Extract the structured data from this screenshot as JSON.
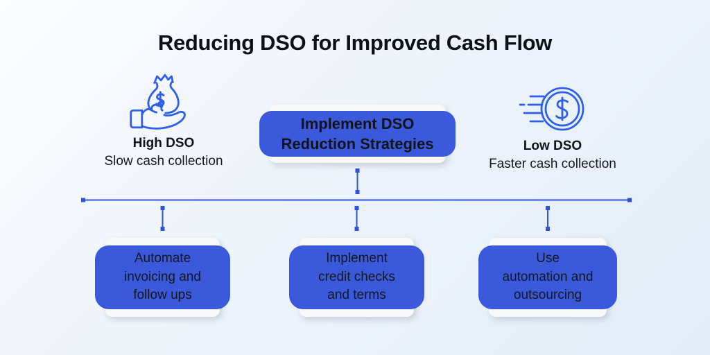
{
  "title": "Reducing DSO for Improved Cash Flow",
  "colors": {
    "accent_tab_blue": "#3A5ADB",
    "icon_blue": "#2E5FE8",
    "connector_blue": "#2E52D9",
    "card_background": "#F7F8F7",
    "text_dark": "#101318"
  },
  "callouts": {
    "left": {
      "icon": "money-bag-hand-icon",
      "heading": "High DSO",
      "subtext": "Slow cash collection"
    },
    "right": {
      "icon": "speeding-coin-icon",
      "heading": "Low DSO",
      "subtext": "Faster cash collection"
    }
  },
  "center_box": {
    "label": "Implement DSO\nReduction Strategies"
  },
  "strategy_boxes": [
    {
      "label": "Automate\ninvoicing and\nfollow ups"
    },
    {
      "label": "Implement\ncredit checks\nand terms"
    },
    {
      "label": "Use\nautomation and\noutsourcing"
    }
  ]
}
